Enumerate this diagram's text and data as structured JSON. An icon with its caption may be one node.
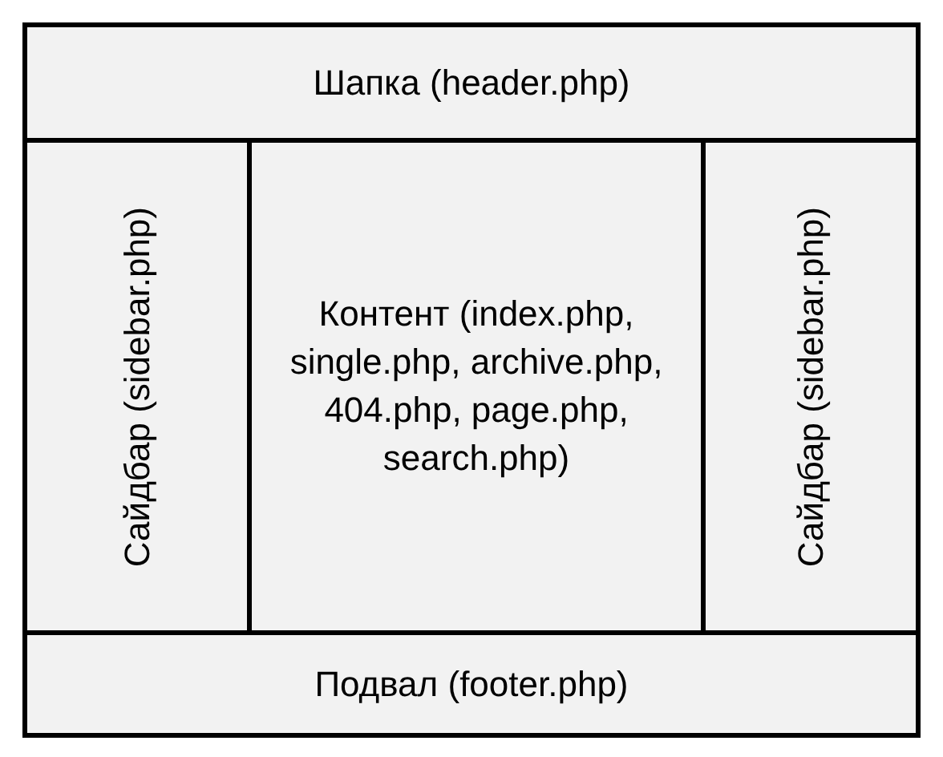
{
  "diagram": {
    "nodes": [
      {
        "text": [
          "Шапка (header.php)"
        ]
      },
      {
        "text": [
          "Сайдбар (sidebar.php)"
        ]
      },
      {
        "text": [
          "Контент (index.php, single.php, archive.php, 404.php, page.php, search.php)"
        ]
      },
      {
        "text": [
          "Сайдбар (sidebar.php)"
        ]
      },
      {
        "text": [
          "Подвал (footer.php)"
        ]
      }
    ]
  }
}
